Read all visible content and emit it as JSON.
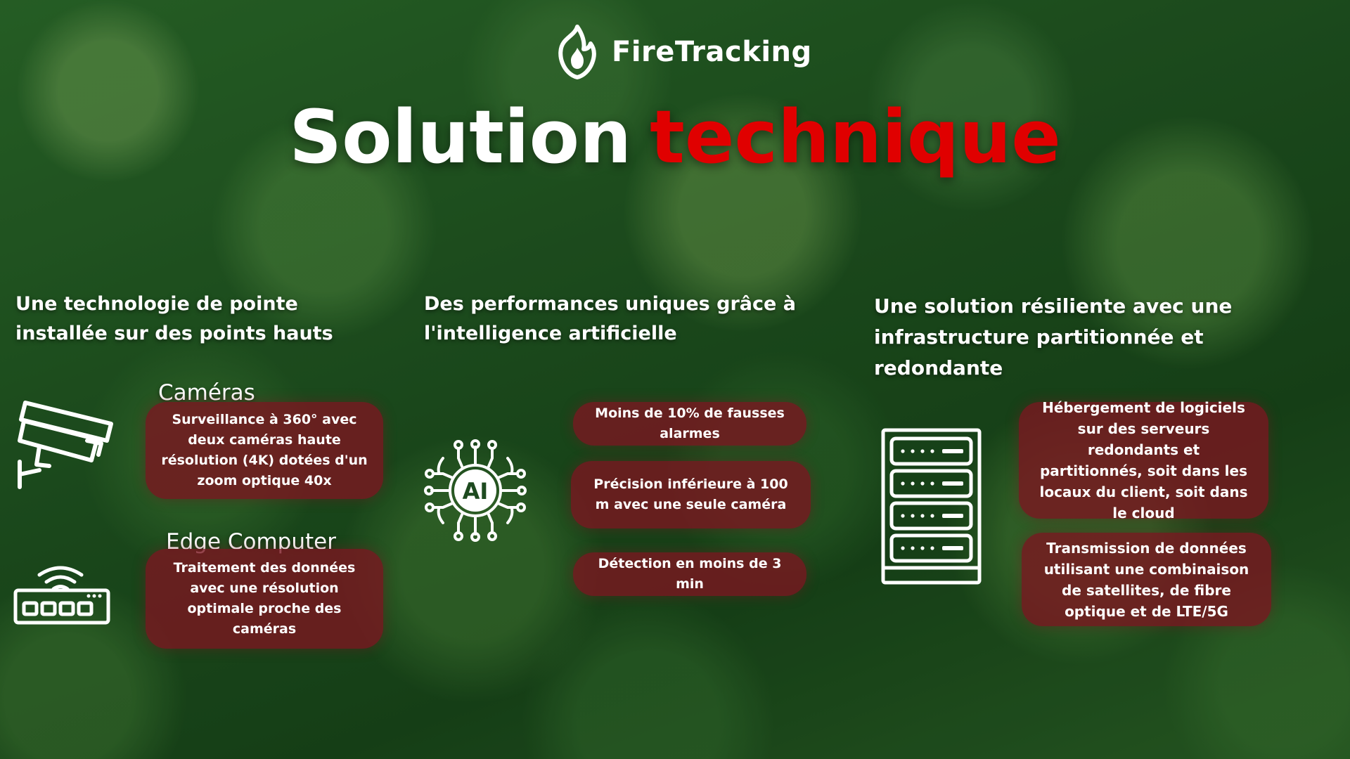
{
  "brand": {
    "name": "FireTracking",
    "logo_icon": "flame-shield-icon"
  },
  "title": {
    "part1": "Solution",
    "part2": "technique",
    "part2_color": "#e00000"
  },
  "columns": [
    {
      "heading": "Une technologie de pointe installée sur des points hauts",
      "items": [
        {
          "icon": "security-camera-icon",
          "label": "Caméras",
          "text": "Surveillance à 360° avec deux caméras haute résolution (4K) dotées d'un zoom optique 40x"
        },
        {
          "icon": "router-icon",
          "label": "Edge Computer",
          "text": "Traitement des données avec une résolution optimale proche des caméras"
        }
      ]
    },
    {
      "heading": "Des performances uniques grâce à l'intelligence artificielle",
      "icon": "ai-chip-icon",
      "icon_text": "AI",
      "items": [
        {
          "text": "Moins de 10% de fausses alarmes"
        },
        {
          "text": "Précision inférieure à 100 m avec une seule caméra"
        },
        {
          "text": "Détection en moins de 3 min"
        }
      ]
    },
    {
      "heading": "Une solution résiliente avec une infrastructure partitionnée et redondante",
      "icon": "server-rack-icon",
      "items": [
        {
          "text": "Hébergement de logiciels sur des serveurs redondants et partitionnés, soit dans les locaux du client, soit dans le cloud"
        },
        {
          "text": "Transmission de données utilisant une combinaison de satellites, de fibre optique et de LTE/5G"
        }
      ]
    }
  ],
  "colors": {
    "pill": "#7a1620",
    "accent": "#e00000",
    "background": "#1d4a1f"
  }
}
